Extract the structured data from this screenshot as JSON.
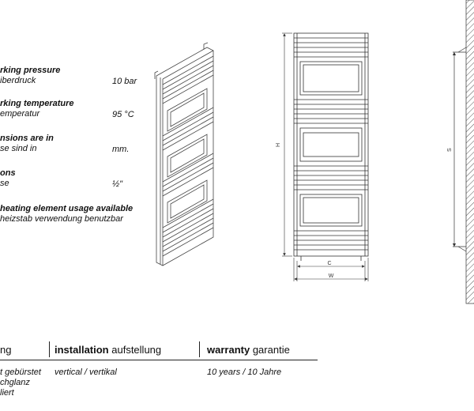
{
  "specs": [
    {
      "title": "rking pressure",
      "sub": "iberdruck",
      "value": "10 bar"
    },
    {
      "title": "rking temperature",
      "sub": "emperatur",
      "value": "95 °C"
    },
    {
      "title": "nsions are in",
      "sub": "se sind in",
      "value": "mm."
    },
    {
      "title": "ons",
      "sub": "se",
      "value": "½\""
    },
    {
      "title": "heating element usage available",
      "sub": "heizstab verwendung benutzbar",
      "value": ""
    }
  ],
  "dims": {
    "h": "H",
    "c": "C",
    "w": "W",
    "s": "S"
  },
  "table": {
    "col1": {
      "header_bold": "",
      "header_normal": "ng",
      "lines": [
        "t gebürstet",
        "chglanz",
        "liert"
      ]
    },
    "col2": {
      "header_bold": "installation",
      "header_normal": "aufstellung",
      "lines": [
        "vertical / vertikal"
      ]
    },
    "col3": {
      "header_bold": "warranty",
      "header_normal": "garantie",
      "lines": [
        "10 years / 10 Jahre"
      ]
    }
  }
}
